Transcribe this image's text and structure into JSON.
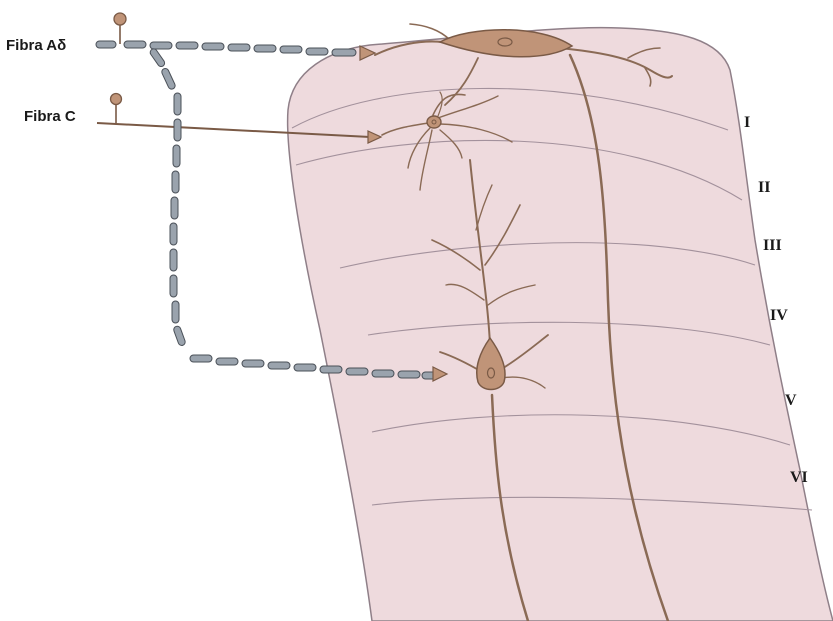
{
  "fibers": {
    "a_delta": {
      "label": "Fibra Aδ"
    },
    "c": {
      "label": "Fibra C"
    }
  },
  "laminae": [
    "I",
    "II",
    "III",
    "IV",
    "V",
    "VI"
  ],
  "colors": {
    "cord": "#eedadd",
    "cord_edge": "#8f7f88",
    "neuron_fill": "#c09478",
    "neuron_stroke": "#7a5a46",
    "myelin": "#9aa3ad",
    "myelin_stroke": "#4a5058"
  }
}
